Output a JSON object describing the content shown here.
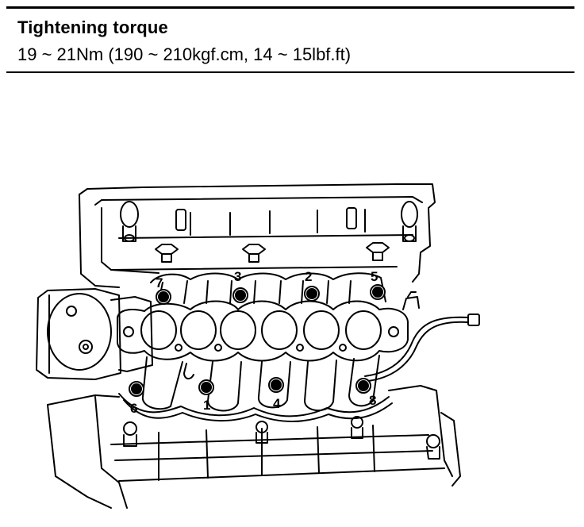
{
  "header": {
    "title": "Tightening torque",
    "spec": "19 ~ 21Nm (190 ~ 210kgf.cm, 14 ~ 15lbf.ft)"
  },
  "diagram": {
    "bolt_labels": [
      "7",
      "3",
      "2",
      "5",
      "6",
      "1",
      "4",
      "8"
    ]
  }
}
